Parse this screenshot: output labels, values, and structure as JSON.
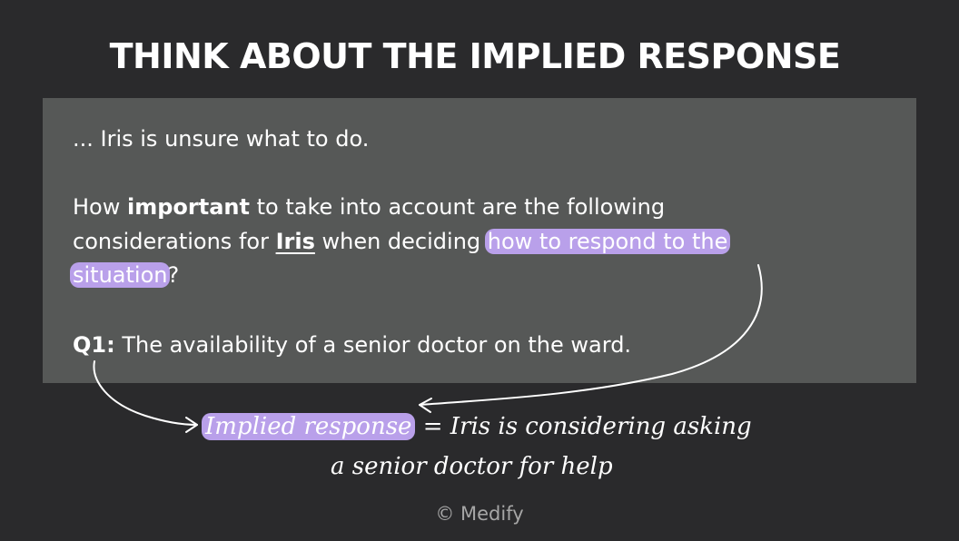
{
  "title": "THINK ABOUT THE IMPLIED RESPONSE",
  "card": {
    "line1": "... Iris is unsure what to do.",
    "line2": {
      "pre": "How ",
      "bold": "important",
      "post": " to take into account are the following"
    },
    "line3": {
      "pre": "considerations for ",
      "name": "Iris",
      "mid": " when deciding ",
      "highlight": "how to respond to the"
    },
    "line4": {
      "highlight": "situation",
      "post": "?"
    },
    "question": {
      "label": "Q1:",
      "text": " The availability of a senior doctor on the ward."
    }
  },
  "annotation": {
    "highlight": "Implied response",
    "rest": " = Iris is considering asking",
    "line2": "a senior doctor for help"
  },
  "footer": {
    "copyright": "© Medify"
  },
  "colors": {
    "background": "#2a2a2c",
    "card": "#565857",
    "highlight": "#b9a0ea",
    "text": "#ffffff",
    "muted": "#a6a6a6"
  }
}
